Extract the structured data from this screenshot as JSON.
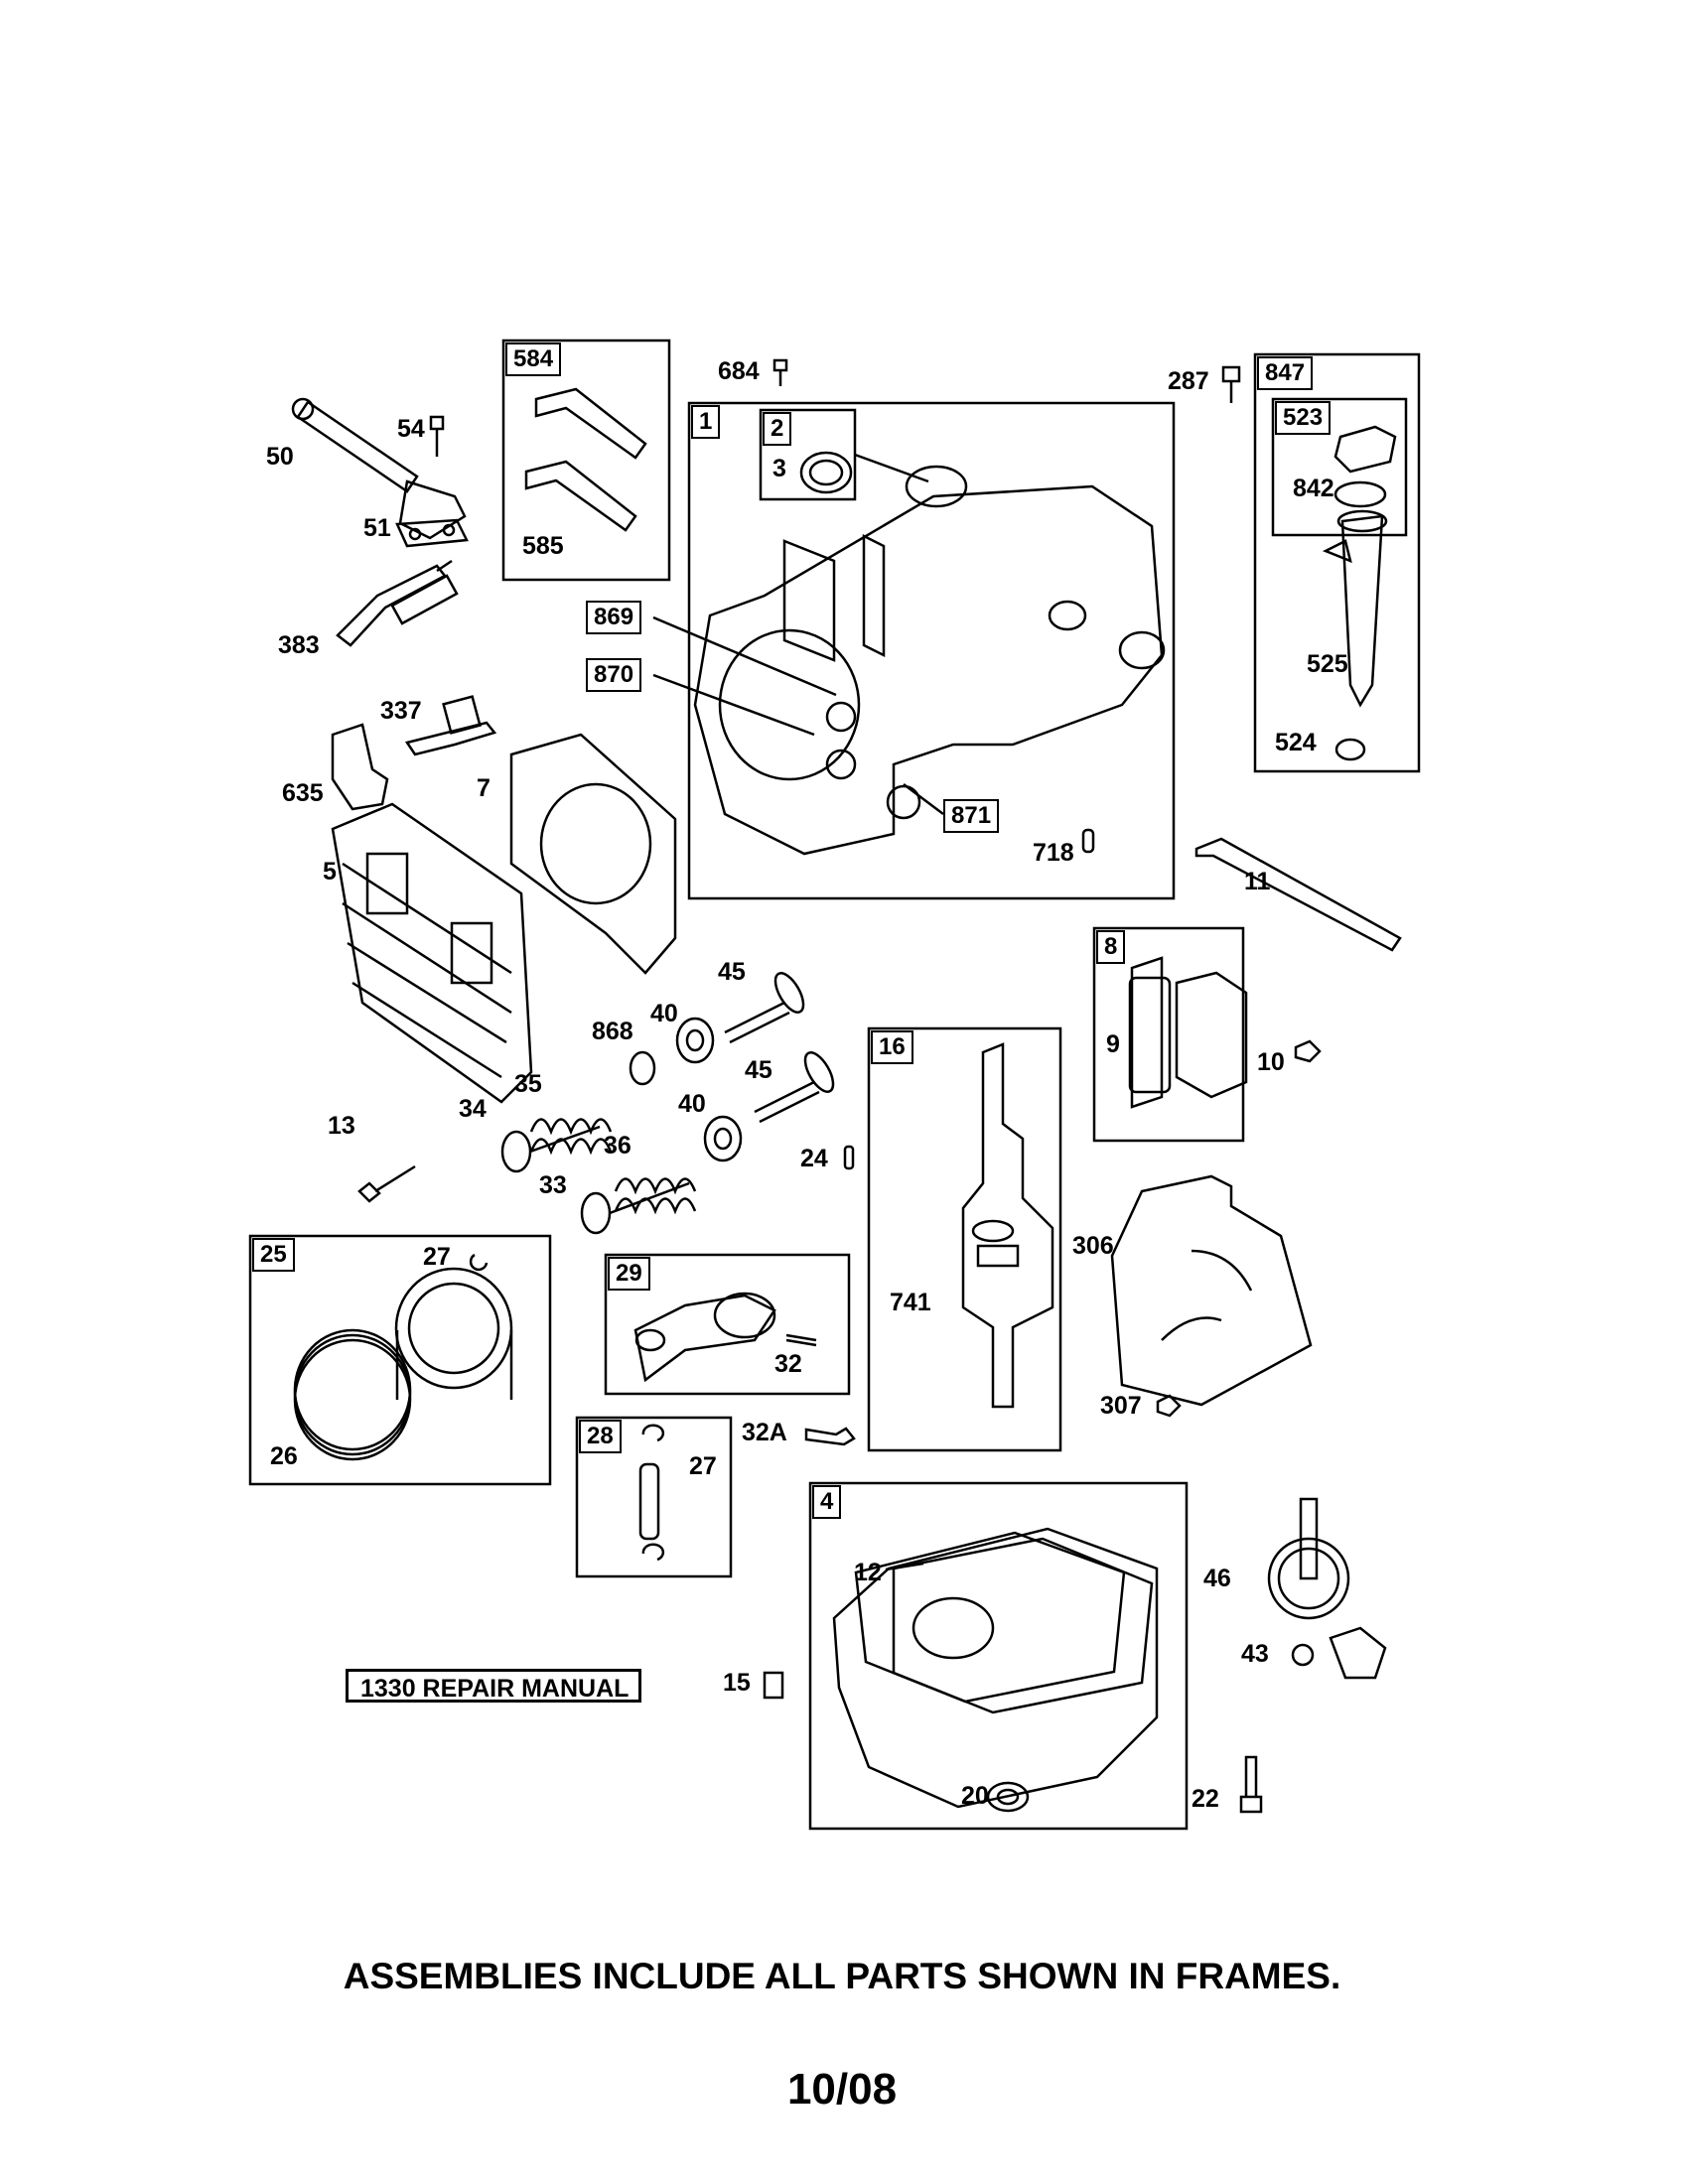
{
  "diagram": {
    "frame_labels": {
      "f584": "584",
      "f1": "1",
      "f2": "2",
      "f847": "847",
      "f523": "523",
      "f869": "869",
      "f870": "870",
      "f871": "871",
      "f8": "8",
      "f16": "16",
      "f25": "25",
      "f29": "29",
      "f28": "28",
      "f4": "4"
    },
    "part_labels": {
      "p684": "684",
      "p287": "287",
      "p54": "54",
      "p50": "50",
      "p51": "51",
      "p585": "585",
      "p3": "3",
      "p842": "842",
      "p383": "383",
      "p337": "337",
      "p525": "525",
      "p524": "524",
      "p635": "635",
      "p7": "7",
      "p718": "718",
      "p11": "11",
      "p5": "5",
      "p45a": "45",
      "p868": "868",
      "p40a": "40",
      "p9": "9",
      "p10": "10",
      "p35": "35",
      "p45b": "45",
      "p13": "13",
      "p34": "34",
      "p40b": "40",
      "p36": "36",
      "p24": "24",
      "p33": "33",
      "p306": "306",
      "p27a": "27",
      "p741": "741",
      "p32": "32",
      "p307": "307",
      "p26": "26",
      "p32A": "32A",
      "p27b": "27",
      "p12": "12",
      "p46": "46",
      "p43": "43",
      "p15": "15",
      "p20": "20",
      "p22": "22"
    },
    "repair_manual": "1330 REPAIR MANUAL",
    "footer_note": "ASSEMBLIES INCLUDE ALL PARTS SHOWN IN FRAMES.",
    "page_date": "10/08"
  }
}
